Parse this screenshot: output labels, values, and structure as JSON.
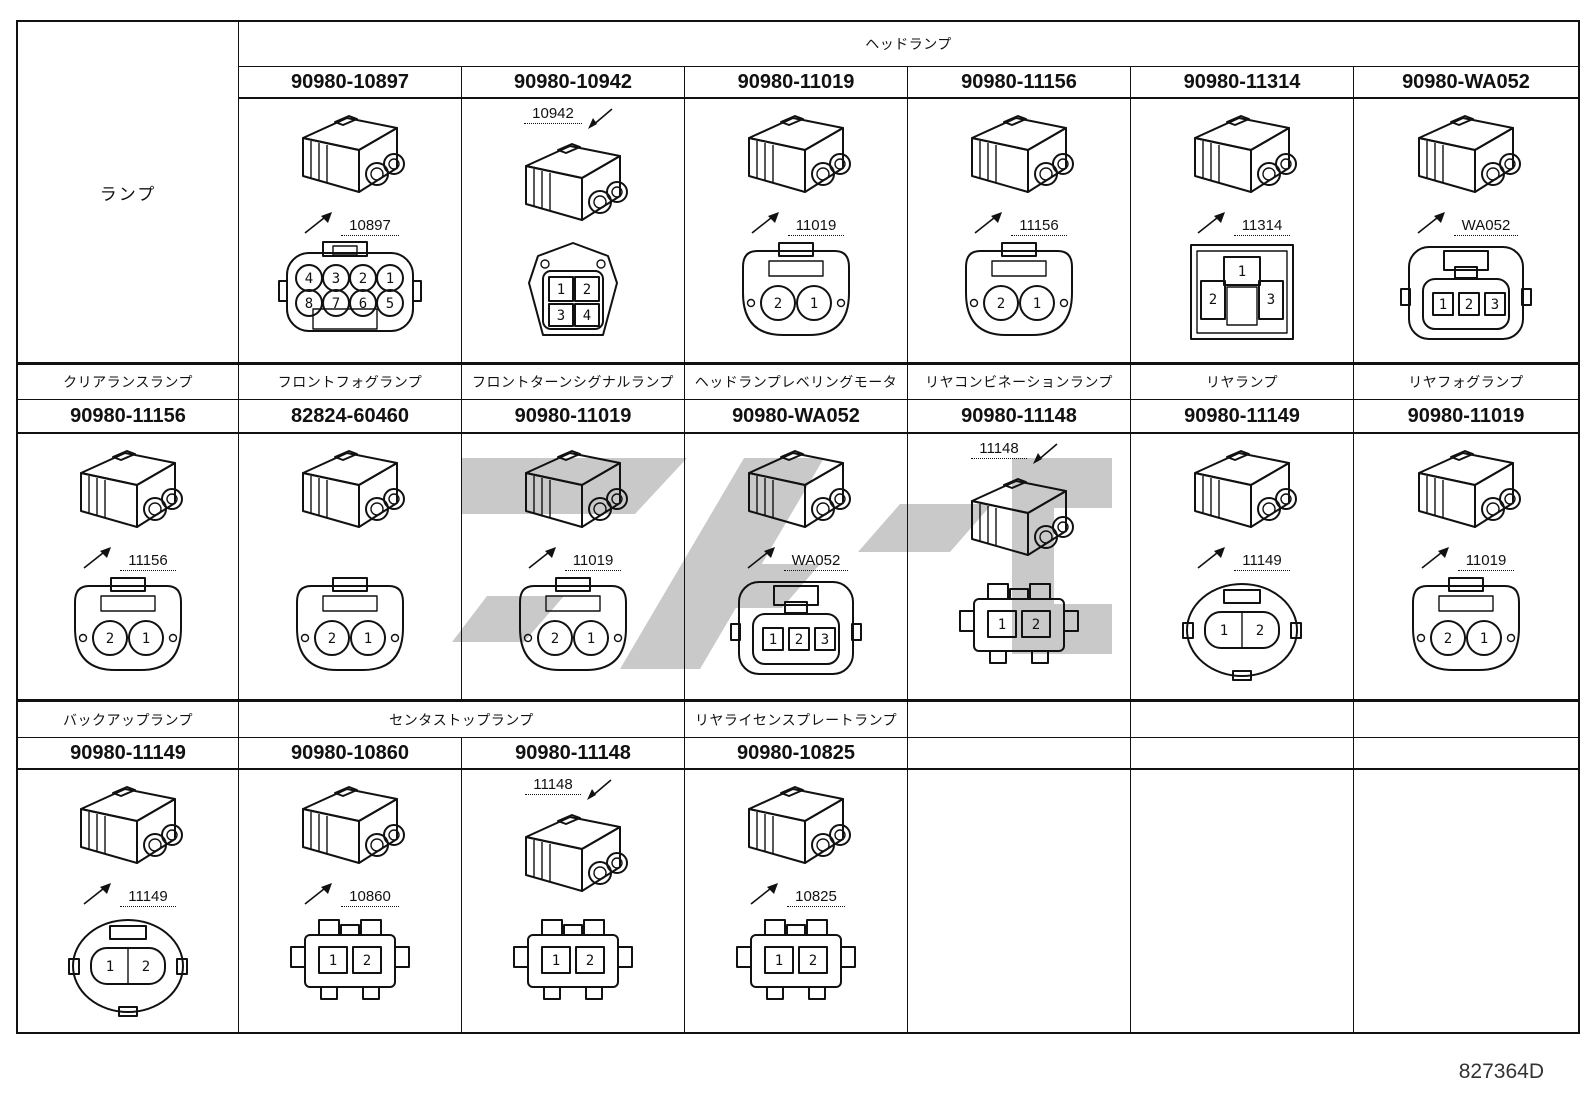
{
  "doc_code": "827364D",
  "colors": {
    "line": "#111111",
    "watermark": "#c9c9c9"
  },
  "row_label": "ランプ",
  "bands": [
    {
      "group_header": "ヘッドランプ",
      "cells": [
        {
          "part_number": "90980-10897",
          "callout": "10897",
          "callout_pos": "below",
          "face": {
            "type": "circles8",
            "pins": [
              [
                "4",
                "3",
                "2",
                "1"
              ],
              [
                "8",
                "7",
                "6",
                "5"
              ]
            ]
          }
        },
        {
          "part_number": "90980-10942",
          "callout": "10942",
          "callout_pos": "above",
          "face": {
            "type": "grid4",
            "pins": [
              [
                "1",
                "2"
              ],
              [
                "3",
                "4"
              ]
            ]
          }
        },
        {
          "part_number": "90980-11019",
          "callout": "11019",
          "callout_pos": "below",
          "face": {
            "type": "circles2",
            "pins": [
              "2",
              "1"
            ]
          }
        },
        {
          "part_number": "90980-11156",
          "callout": "11156",
          "callout_pos": "below",
          "face": {
            "type": "circles2",
            "pins": [
              "2",
              "1"
            ]
          }
        },
        {
          "part_number": "90980-11314",
          "callout": "11314",
          "callout_pos": "below",
          "face": {
            "type": "plate3",
            "pins": [
              "1",
              "2",
              "3"
            ]
          }
        },
        {
          "part_number": "90980-WA052",
          "callout": "WA052",
          "callout_pos": "below",
          "face": {
            "type": "squares3",
            "pins": [
              "1",
              "2",
              "3"
            ]
          }
        }
      ]
    },
    {
      "cells": [
        {
          "header": "クリアランスランプ",
          "part_number": "90980-11156",
          "callout": "11156",
          "callout_pos": "below",
          "face": {
            "type": "circles2",
            "pins": [
              "2",
              "1"
            ]
          }
        },
        {
          "header": "フロントフォグランプ",
          "part_number": "82824-60460",
          "callout": "",
          "callout_pos": "none",
          "face": {
            "type": "circles2",
            "pins": [
              "2",
              "1"
            ]
          }
        },
        {
          "header": "フロントターンシグナルランプ",
          "part_number": "90980-11019",
          "callout": "11019",
          "callout_pos": "below",
          "face": {
            "type": "circles2",
            "pins": [
              "2",
              "1"
            ]
          }
        },
        {
          "header": "ヘッドランプレベリングモータ",
          "part_number": "90980-WA052",
          "callout": "WA052",
          "callout_pos": "below",
          "face": {
            "type": "squares3",
            "pins": [
              "1",
              "2",
              "3"
            ]
          }
        },
        {
          "header": "リヤコンビネーションランプ",
          "part_number": "90980-11148",
          "callout": "11148",
          "callout_pos": "above",
          "face": {
            "type": "squares2",
            "pins": [
              "1",
              "2"
            ]
          }
        },
        {
          "header": "リヤランプ",
          "part_number": "90980-11149",
          "callout": "11149",
          "callout_pos": "below",
          "face": {
            "type": "oval2",
            "pins": [
              "1",
              "2"
            ]
          }
        },
        {
          "header": "リヤフォグランプ",
          "part_number": "90980-11019",
          "callout": "11019",
          "callout_pos": "below",
          "face": {
            "type": "circles2",
            "pins": [
              "2",
              "1"
            ]
          }
        }
      ]
    },
    {
      "cells": [
        {
          "header": "バックアップランプ",
          "part_number": "90980-11149",
          "callout": "11149",
          "callout_pos": "below",
          "face": {
            "type": "oval2",
            "pins": [
              "1",
              "2"
            ]
          }
        },
        {
          "header": "センタストップランプ",
          "part_number": "90980-10860",
          "callout": "10860",
          "callout_pos": "below",
          "face": {
            "type": "squares2",
            "pins": [
              "1",
              "2"
            ]
          }
        },
        {
          "header": "",
          "part_number": "90980-11148",
          "callout": "11148",
          "callout_pos": "above",
          "face": {
            "type": "squares2",
            "pins": [
              "1",
              "2"
            ]
          }
        },
        {
          "header": "リヤライセンスプレートランプ",
          "part_number": "90980-10825",
          "callout": "10825",
          "callout_pos": "below",
          "face": {
            "type": "squares2",
            "pins": [
              "1",
              "2"
            ]
          }
        },
        {
          "header": "",
          "part_number": "",
          "empty": true
        },
        {
          "header": "",
          "part_number": "",
          "empty": true
        },
        {
          "header": "",
          "part_number": "",
          "empty": true
        }
      ]
    }
  ]
}
